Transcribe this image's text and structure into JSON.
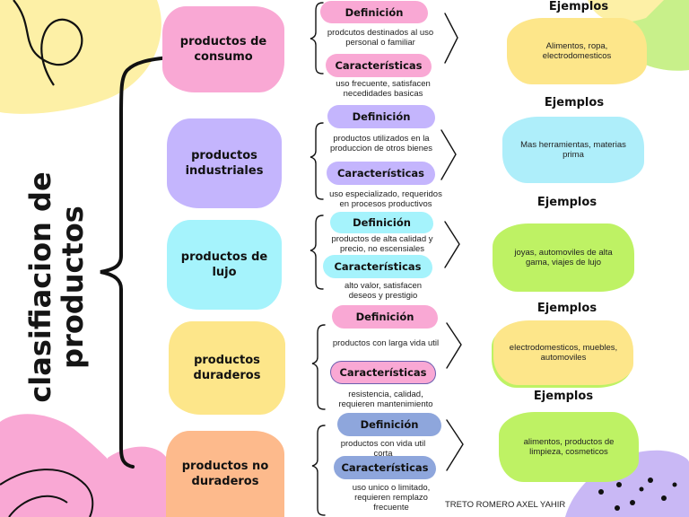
{
  "title": "clasifiacion de productos",
  "author": "TRETO ROMERO AXEL YAHIR",
  "labels": {
    "definicion": "Definición",
    "caracteristicas": "Características",
    "ejemplos": "Ejemplos"
  },
  "categories": [
    {
      "name": "productos de consumo",
      "definition": "prodcutos destinados al uso personal o familiar",
      "characteristics": "uso frecuente, satisfacen necedidades basicas",
      "examples": "Alimentos, ropa, electrodomesticos",
      "color": "#f9a8d4"
    },
    {
      "name": "productos industriales",
      "definition": "productos utilizados en la produccion de otros bienes",
      "characteristics": "uso especializado, requeridos en procesos productivos",
      "examples": "Mas herramientas, materias prima",
      "color": "#c4b5fd"
    },
    {
      "name": "productos de lujo",
      "definition": "productos de alta  calidad y precio, no escensiales",
      "characteristics": "alto valor, satisfacen deseos y prestigio",
      "examples": "joyas, automoviles de alta gama, viajes de lujo",
      "color": "#a5f3fc"
    },
    {
      "name": "productos duraderos",
      "definition": "productos con larga vida util",
      "characteristics": "resistencia, calidad, requieren mantenimiento",
      "examples": "electrodomesticos, muebles, automoviles",
      "color": "#fde68a"
    },
    {
      "name": "productos no duraderos",
      "definition": "productos con vida util corta",
      "characteristics": "uso unico o limitado, requieren remplazo frecuente",
      "examples": "alimentos, productos de limpieza, cosmeticos",
      "color": "#fdba8c"
    }
  ],
  "colors": {
    "pink": "#fbb6d8",
    "lavender": "#c9b8f5",
    "cyan": "#aeeefa",
    "yellow": "#fde68a",
    "peach": "#fdbf94",
    "green": "#bef264",
    "blue": "#8ea6dc"
  }
}
